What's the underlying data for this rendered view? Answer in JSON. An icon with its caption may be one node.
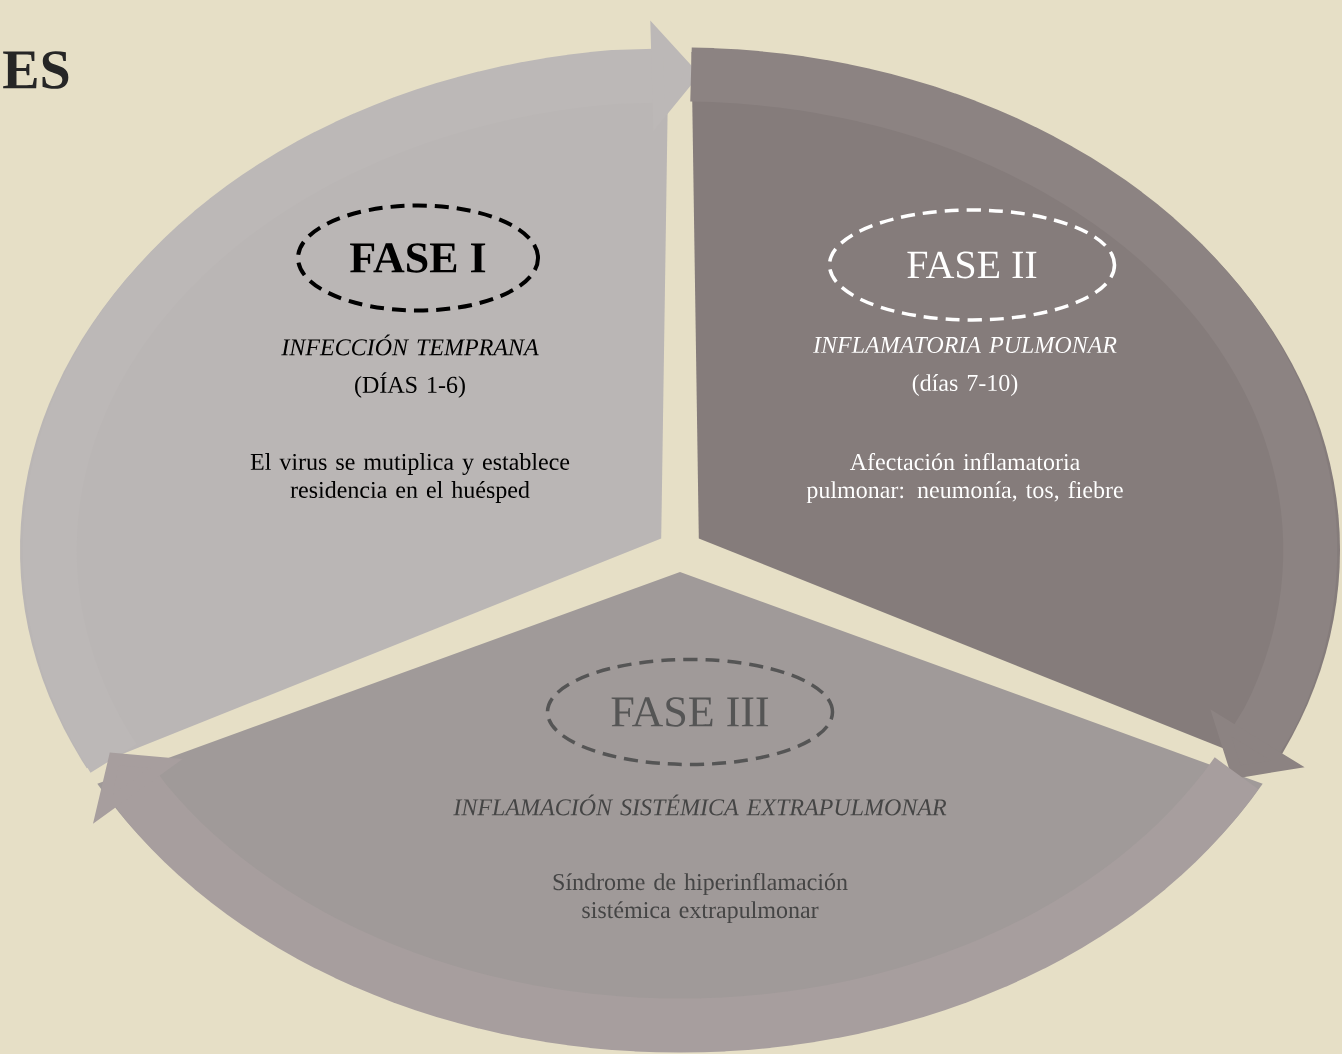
{
  "diagram": {
    "title": "ES",
    "nodes": [
      {
        "text": [
          "INFECCIÓN  TEMPRANA",
          "(DÍAS 1-6)",
          "El virus se mutiplica y establece residencia en el huésped"
        ]
      },
      {
        "text": [
          "FASE I"
        ],
        "in": 0
      },
      {
        "text": [
          "INFLAMATORIA  PULMONAR",
          "(días 7-10)",
          "Afectación  inflamatoria  pulmonar: neumonía, tos,  fiebre"
        ]
      },
      {
        "text": [
          "FASE II"
        ],
        "in": 2
      },
      {
        "text": [
          "INFLAMACIÓN  SISTÉMICA EXTRAPULMONAR",
          "Síndrome de hiperinflamación  sistémica extrapulmonar"
        ]
      },
      {
        "text": [
          "FASE III"
        ],
        "in": 4
      }
    ],
    "edges": [
      {
        "from": 0,
        "to": 2,
        "arrow": "to"
      },
      {
        "from": 2,
        "to": 4,
        "arrow": "to"
      },
      {
        "from": 4,
        "to": 0,
        "arrow": "to"
      }
    ]
  }
}
